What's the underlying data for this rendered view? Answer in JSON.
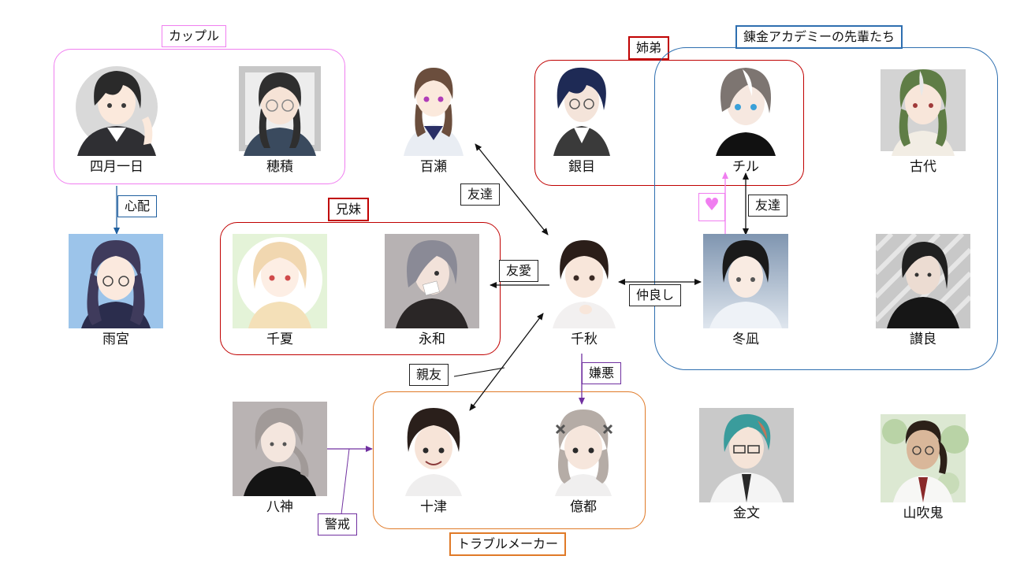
{
  "groups": {
    "couple": {
      "label": "カップル",
      "color": "#f07ef0"
    },
    "sister_brother": {
      "label": "姉弟",
      "color": "#c00000"
    },
    "academy": {
      "label": "錬金アカデミーの先輩たち",
      "color": "#2e6fb0"
    },
    "siblings": {
      "label": "兄妹",
      "color": "#c00000"
    },
    "troublemakers": {
      "label": "トラブルメーカー",
      "color": "#e07a28"
    }
  },
  "characters": {
    "shigatsu_tsuitachi": {
      "name": "四月一日",
      "hair": "#2a2a2a",
      "bg": "#d9d9d9"
    },
    "hozumi": {
      "name": "穂積",
      "hair": "#2f2f2f",
      "bg": "#bdbdbd"
    },
    "momose": {
      "name": "百瀬",
      "hair": "#6b4e3d",
      "bg": "#ffffff"
    },
    "ginme": {
      "name": "銀目",
      "hair": "#1e2a55",
      "bg": "#ffffff"
    },
    "chiru": {
      "name": "チル",
      "hair": "#7d7571",
      "bg": "#ffffff"
    },
    "kodai": {
      "name": "古代",
      "hair": "#5f7d46",
      "bg": "#cfcfcf"
    },
    "amamiya": {
      "name": "雨宮",
      "hair": "#3f3b5c",
      "bg": "#9cc4ea"
    },
    "chinatsu": {
      "name": "千夏",
      "hair": "#f1d7b0",
      "bg": "#e4f3d8"
    },
    "towa": {
      "name": "永和",
      "hair": "#8a8a96",
      "bg": "#b7b2b3"
    },
    "chiaki": {
      "name": "千秋",
      "hair": "#2b1e19",
      "bg": "#ffffff"
    },
    "nagi": {
      "name": "冬凪",
      "hair": "#1a1a1a",
      "bg": "#8fa6bf"
    },
    "sanra": {
      "name": "讃良",
      "hair": "#202020",
      "bg": "#c8c8c8"
    },
    "yagami": {
      "name": "八神",
      "hair": "#a19a98",
      "bg": "#b9b3b3"
    },
    "jutsu": {
      "name": "十津",
      "hair": "#2a1f1b",
      "bg": "#ffffff"
    },
    "okuto": {
      "name": "億都",
      "hair": "#b5aca6",
      "bg": "#ffffff"
    },
    "kinbun": {
      "name": "金文",
      "hair": "#3a9c9c",
      "bg": "#c9c9c9"
    },
    "yamabuki": {
      "name": "山吹鬼",
      "hair": "#2c2018",
      "bg": "#b9d3a6"
    }
  },
  "relations": {
    "shinpai": {
      "label": "心配",
      "color": "#1f5f9f"
    },
    "yuutatsu_momose": {
      "label": "友達",
      "color": "#111111"
    },
    "yuutatsu_chiru": {
      "label": "友達",
      "color": "#111111"
    },
    "heart": {
      "label": "♥",
      "color": "#f07ef0"
    },
    "yuuai": {
      "label": "友愛",
      "color": "#111111"
    },
    "nakayoshi": {
      "label": "仲良し",
      "color": "#111111"
    },
    "shinyuu": {
      "label": "親友",
      "color": "#111111"
    },
    "keno": {
      "label": "嫌悪",
      "color": "#7030a0"
    },
    "keikai": {
      "label": "警戒",
      "color": "#7030a0"
    }
  }
}
